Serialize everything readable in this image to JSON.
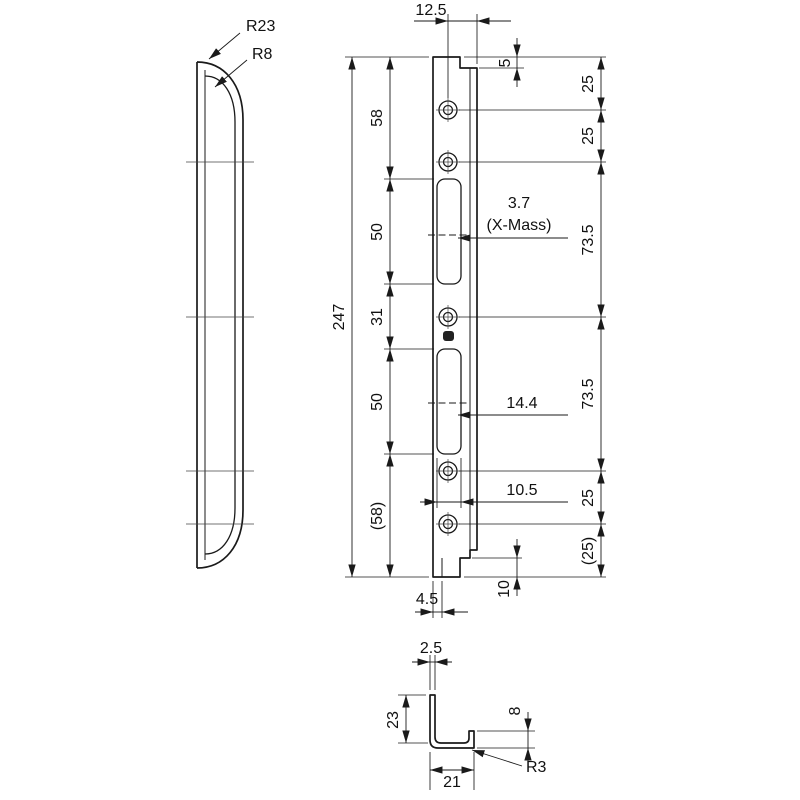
{
  "side_view": {
    "radius_top_outer": "R23",
    "radius_top_inner": "R8"
  },
  "front_view": {
    "top_width": "12.5",
    "lip_offset_top": "5",
    "left_chain": [
      "58",
      "50",
      "31",
      "50",
      "(58)"
    ],
    "overall_length": "247",
    "right_chain": [
      "25",
      "25",
      "73.5",
      "73.5",
      "25",
      "(25)"
    ],
    "x_mass_value": "3.7",
    "x_mass_label": "(X-Mass)",
    "slot_width": "14.4",
    "hole_offset": "10.5",
    "edge_offset": "4.5",
    "lip_offset_bottom": "10"
  },
  "section_view": {
    "thickness": "2.5",
    "leg_height": "23",
    "hook_height": "8",
    "leg_width": "21",
    "bend_radius": "R3"
  }
}
